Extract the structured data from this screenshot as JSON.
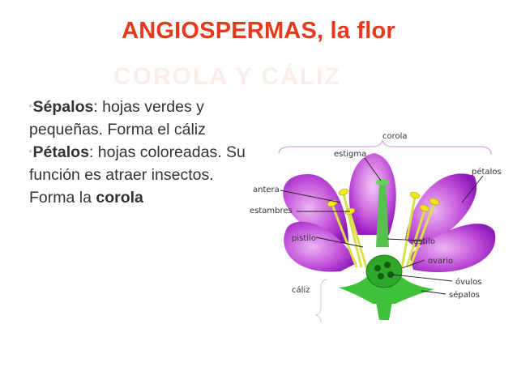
{
  "slide": {
    "title": "ANGIOSPERMAS, la flor",
    "ghost_text": "COROLA Y CÁLIZ"
  },
  "bullets": [
    {
      "marker": "▫",
      "term": "Sépalos",
      "text": ": hojas verdes y pequeñas. Forma el cáliz"
    },
    {
      "marker": "▫",
      "term": "Pétalos",
      "text": ": hojas coloreadas. Su función es atraer insectos. Forma la ",
      "emphasis": "corola"
    }
  ],
  "diagram": {
    "labels": {
      "corola": "corola",
      "estigma": "estigma",
      "petalos": "pétalos",
      "antera": "antera",
      "estambres": "estambres",
      "pistilo": "pistilo",
      "estilo": "estilo",
      "ovario": "ovario",
      "ovulos": "óvulos",
      "caliz": "cáliz",
      "sepalos": "sépalos"
    },
    "colors": {
      "petal": "#a020c8",
      "petal_light": "#e6a8f0",
      "sepal": "#3fc23a",
      "ovary": "#2fa82a",
      "anther": "#f2e81e"
    }
  }
}
